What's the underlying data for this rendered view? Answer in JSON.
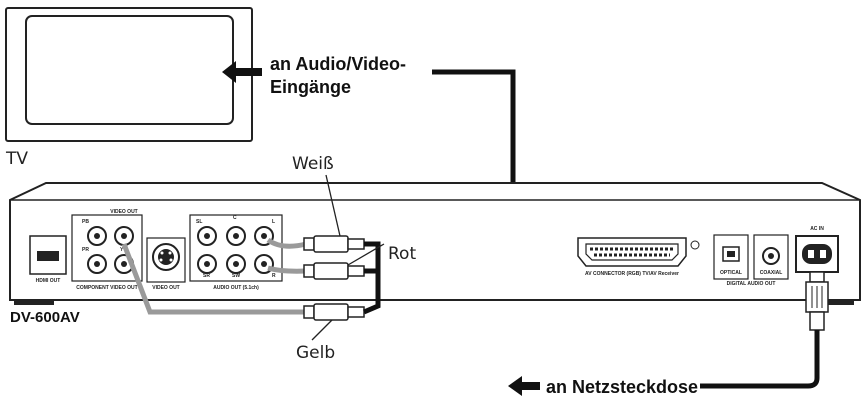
{
  "labels": {
    "tv": "TV",
    "av_inputs_line1": "an Audio/Video-",
    "av_inputs_line2": "Eingänge",
    "white": "Weiß",
    "red": "Rot",
    "yellow": "Gelb",
    "model": "DV-600AV",
    "outlet": "an Netzsteckdose"
  },
  "panel": {
    "hdmi_out": "HDMI OUT",
    "pb": "PB",
    "pr": "PR",
    "y": "Y",
    "video_out_top": "VIDEO OUT",
    "component_video_out": "COMPONENT VIDEO OUT",
    "video_out": "VIDEO OUT",
    "sl": "SL",
    "c": "C",
    "l": "L",
    "sr": "SR",
    "sw": "SW",
    "r": "R",
    "audio_out": "AUDIO OUT (5.1ch)",
    "av_connector": "AV CONNECTOR (RGB)  TV/AV Receiver",
    "optical": "OPTICAL",
    "coaxial": "COAXIAL",
    "digital_audio_out": "DIGITAL AUDIO OUT",
    "ac_in": "AC IN"
  },
  "colors": {
    "cable_dark": "#111111",
    "cable_grey": "#9a9a9a",
    "outline": "#222222"
  }
}
